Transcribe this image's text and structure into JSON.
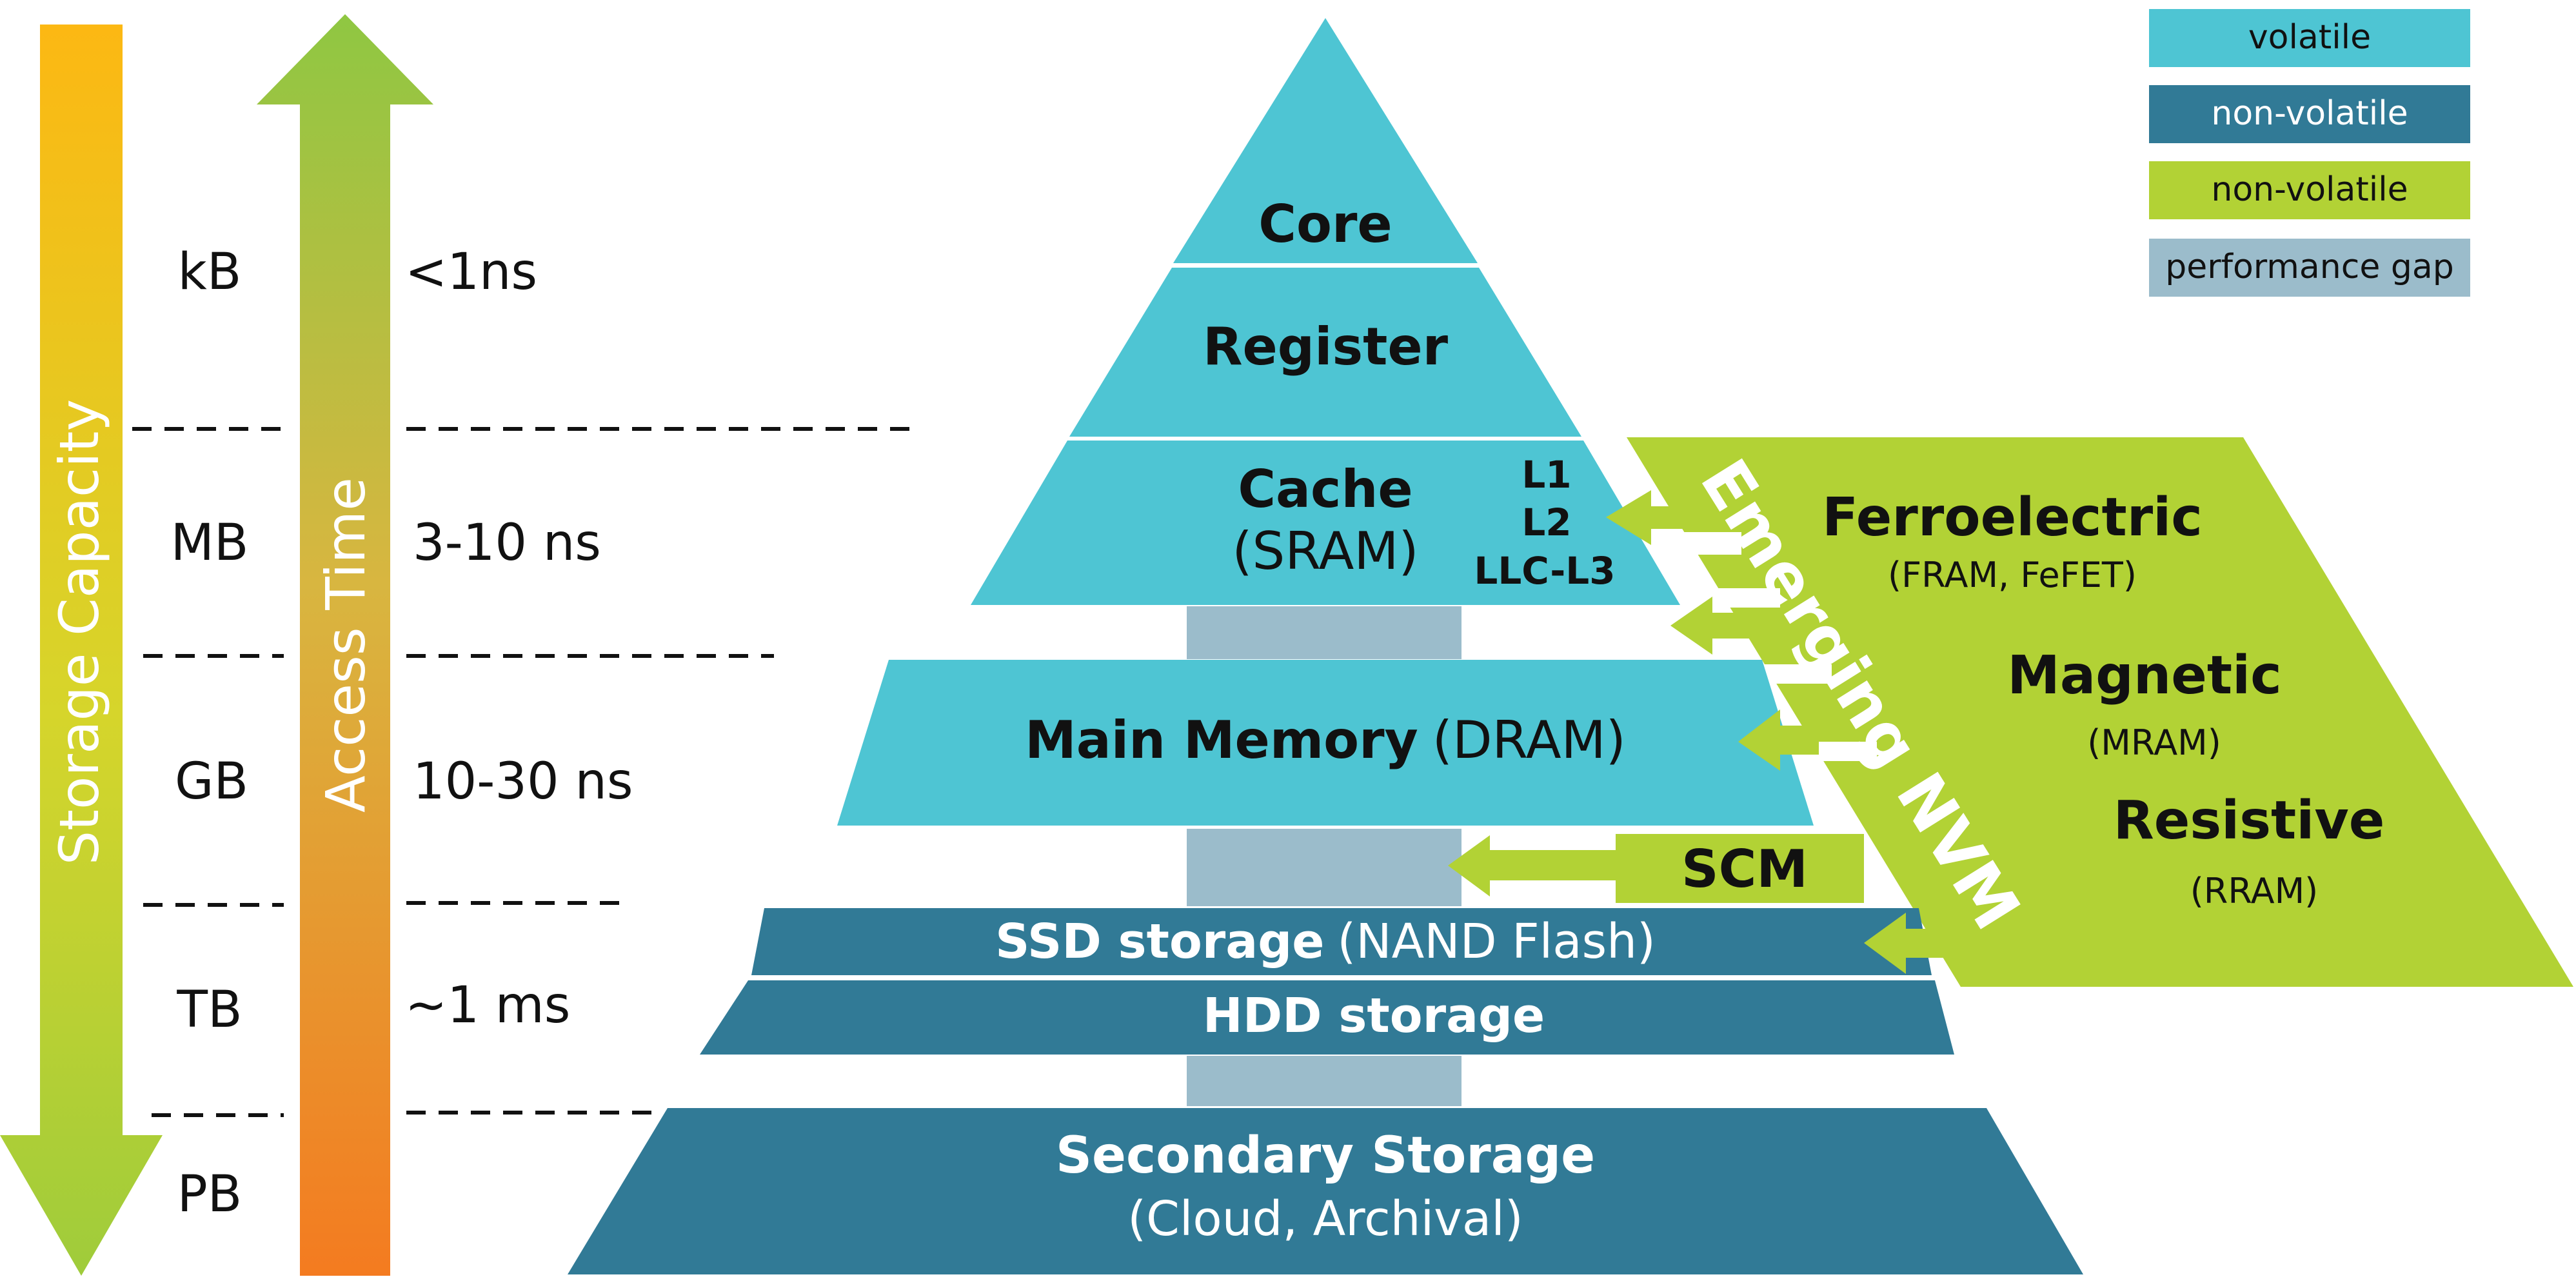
{
  "colors": {
    "volatile": "#4ec5d3",
    "non_volatile_blue": "#317a96",
    "non_volatile_green": "#b2d235",
    "performance_gap": "#9bbccb",
    "line": "#111111",
    "white": "#ffffff"
  },
  "legend": [
    {
      "label": "volatile",
      "color": "#4ec5d3"
    },
    {
      "label": "non-volatile",
      "color": "#317a96"
    },
    {
      "label": "non-volatile",
      "color": "#b2d235"
    },
    {
      "label": "performance gap",
      "color": "#9bbccb"
    }
  ],
  "axes": {
    "capacity_label": "Storage Capacity",
    "access_label": "Access Time"
  },
  "scale": [
    {
      "capacity": "kB",
      "access": "<1ns"
    },
    {
      "capacity": "MB",
      "access": "3-10 ns"
    },
    {
      "capacity": "GB",
      "access": "10-30 ns"
    },
    {
      "capacity": "TB",
      "access": "~1 ms"
    },
    {
      "capacity": "PB",
      "access": ""
    }
  ],
  "pyramid": {
    "core": "Core",
    "register": "Register",
    "cache": "Cache",
    "cache_sub": "(SRAM)",
    "cache_levels": [
      "L1",
      "L2",
      "LLC-L3"
    ],
    "main_memory": "Main Memory",
    "main_memory_sub": "(DRAM)",
    "ssd": "SSD storage",
    "ssd_sub": "(NAND Flash)",
    "hdd": "HDD storage",
    "secondary": "Secondary Storage",
    "secondary_sub": "(Cloud, Archival)"
  },
  "nvm": {
    "title": "Emerging NVM",
    "scm": "SCM",
    "types": [
      {
        "name": "Ferroelectric",
        "sub": "(FRAM, FeFET)"
      },
      {
        "name": "Magnetic",
        "sub": "(MRAM)"
      },
      {
        "name": "Resistive",
        "sub": "(RRAM)"
      }
    ]
  }
}
